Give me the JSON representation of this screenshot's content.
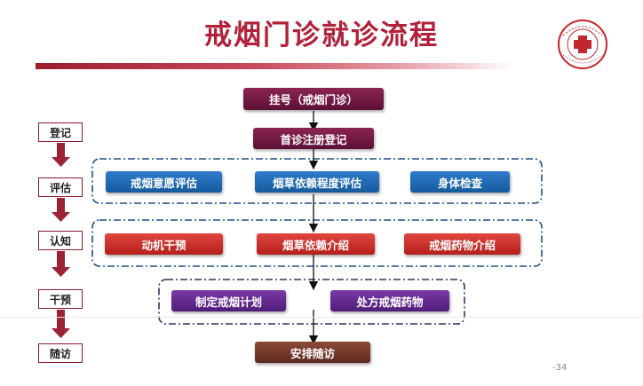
{
  "title": "戒烟门诊就诊流程",
  "flow": {
    "registration": "挂号（戒烟门诊）",
    "first_visit": "首诊注册登记",
    "assess": [
      "戒烟意愿评估",
      "烟草依赖程度评估",
      "身体检查"
    ],
    "cognition": [
      "动机干预",
      "烟草依赖介绍",
      "戒烟药物介绍"
    ],
    "intervention": [
      "制定戒烟计划",
      "处方戒烟药物"
    ],
    "followup_box": "安排随访"
  },
  "stages": [
    "登记",
    "评估",
    "认知",
    "干预",
    "随访"
  ],
  "page_number": "-34",
  "colors": {
    "title": "#b2213a",
    "maroon": "#6e1740",
    "blue": "#1e6bb8",
    "red": "#cc2b26",
    "purple": "#5e2589",
    "brown": "#6e3526",
    "stage_border": "#8b1a2e",
    "stage_arrow": "#9b2335"
  }
}
